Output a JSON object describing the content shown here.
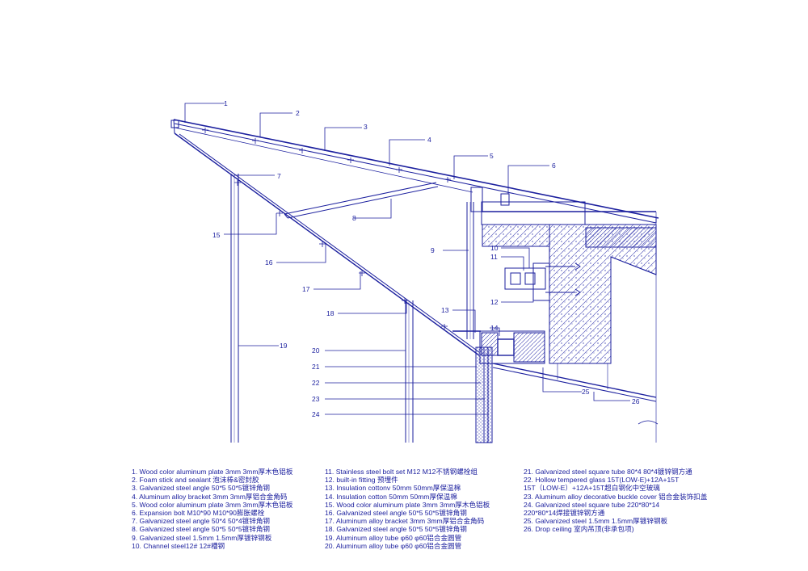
{
  "colors": {
    "line": "#1b1f9e",
    "hatch": "#3a3fb0",
    "background": "#ffffff"
  },
  "callouts": [
    "1",
    "2",
    "3",
    "4",
    "5",
    "6",
    "7",
    "8",
    "9",
    "10",
    "11",
    "12",
    "13",
    "14",
    "15",
    "16",
    "17",
    "18",
    "19",
    "20",
    "21",
    "22",
    "23",
    "24",
    "25",
    "26"
  ],
  "legend": {
    "col1": [
      "1. Wood color aluminum plate 3mm  3mm厚木色铝板",
      "2. Foam stick and sealant  泡沫棒&密封胶",
      "3. Galvanized steel angle 50*5  50*5镀锌角钢",
      "4. Aluminum alloy bracket 3mm  3mm厚铝合金角码",
      "5. Wood color aluminum plate 3mm  3mm厚木色铝板",
      "6. Expansion bolt M10*90  M10*90膨胀螺栓",
      "7. Galvanized steel angle 50*4  50*4镀锌角钢",
      "8. Galvanized steel angle 50*5  50*5镀锌角钢",
      "9. Galvanized steel 1.5mm  1.5mm厚镀锌钢板",
      "10. Channel steel12#  12#槽钢"
    ],
    "col2": [
      "11. Stainless steel bolt set M12  M12不锈钢螺栓组",
      "12. built-in fitting  预埋件",
      "13. Insulation cottonv 50mm  50mm厚保温棉",
      "14. Insulation cotton 50mm  50mm厚保温棉",
      "15. Wood color aluminum plate 3mm  3mm厚木色铝板",
      "16. Galvanized steel angle 50*5  50*5镀锌角钢",
      "17. Aluminum alloy bracket 3mm  3mm厚铝合金角码",
      "18. Galvanized steel angle 50*5  50*5镀锌角钢",
      "19. Aluminum alloy tube φ60  φ60铝合金圆管",
      "20. Aluminum alloy tube φ60  φ60铝合金圆管"
    ],
    "col3": [
      "21. Galvanized steel square tube 80*4  80*4镀锌钢方通",
      "22. Hollow tempered glass 15T(LOW-E)+12A+15T",
      "      15T（LOW-E）+12A+15T超白钢化中空玻璃",
      "23. Aluminum alloy decorative buckle cover  铝合金装饰扣盖",
      "24. Galvanized steel square tube 220*80*14",
      "      220*80*14焊接镀锌钢方通",
      "25. Galvanized steel 1.5mm  1.5mm厚镀锌钢板",
      "26. Drop ceiling  室内吊顶(非承包项)"
    ]
  }
}
